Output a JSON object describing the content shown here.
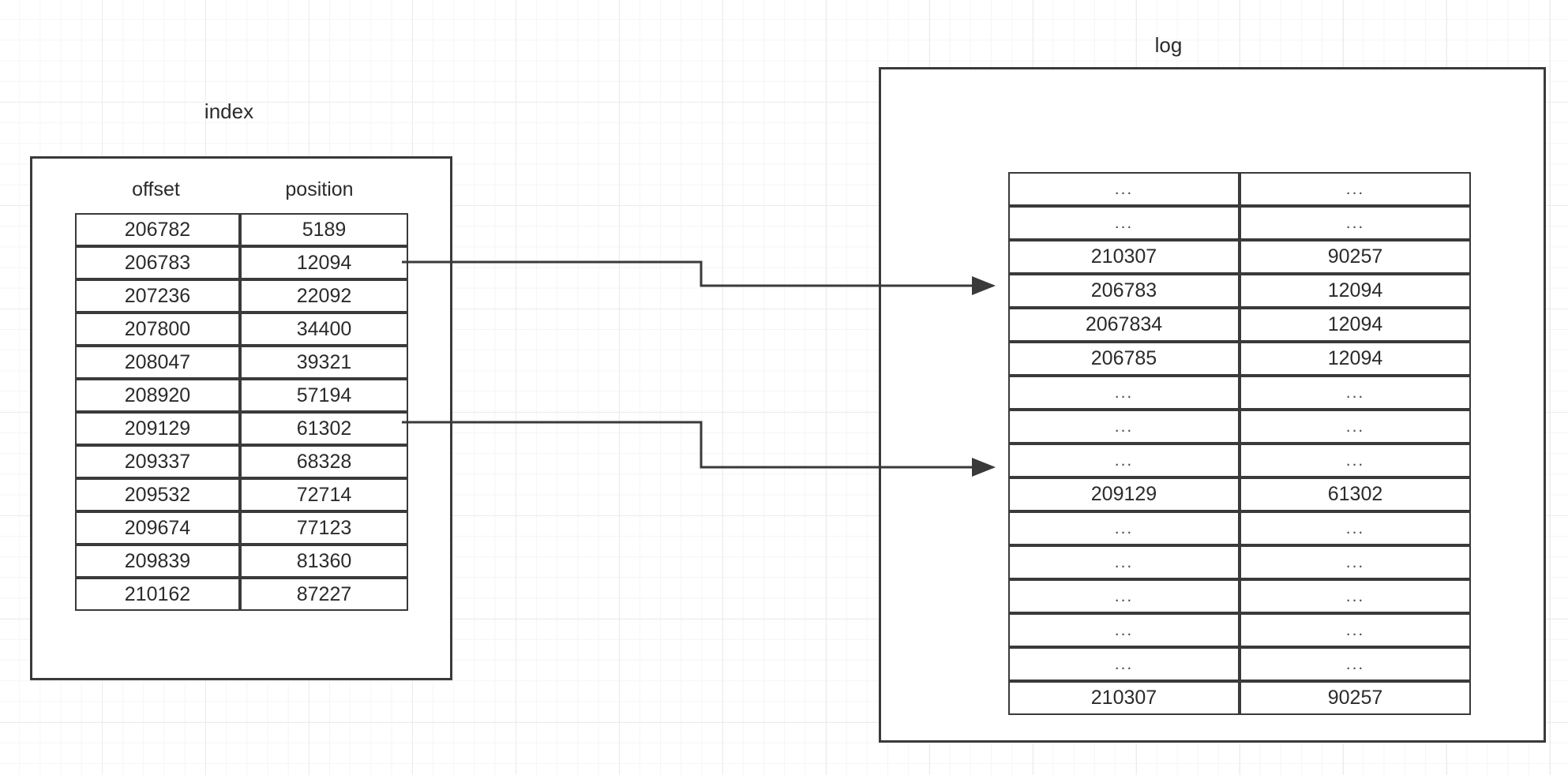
{
  "diagram": {
    "title_index": "index",
    "title_log": "log",
    "ellipsis": "..."
  },
  "index_panel": {
    "caption": "index",
    "columns": [
      "offset",
      "position"
    ],
    "rows": [
      {
        "offset": "206782",
        "position": "5189"
      },
      {
        "offset": "206783",
        "position": "12094"
      },
      {
        "offset": "207236",
        "position": "22092"
      },
      {
        "offset": "207800",
        "position": "34400"
      },
      {
        "offset": "208047",
        "position": "39321"
      },
      {
        "offset": "208920",
        "position": "57194"
      },
      {
        "offset": "209129",
        "position": "61302"
      },
      {
        "offset": "209337",
        "position": "68328"
      },
      {
        "offset": "209532",
        "position": "72714"
      },
      {
        "offset": "209674",
        "position": "77123"
      },
      {
        "offset": "209839",
        "position": "81360"
      },
      {
        "offset": "210162",
        "position": "87227"
      }
    ]
  },
  "log_panel": {
    "caption": "log",
    "rows": [
      {
        "left": "...",
        "right": "..."
      },
      {
        "left": "...",
        "right": "..."
      },
      {
        "left": "210307",
        "right": "90257"
      },
      {
        "left": "206783",
        "right": "12094"
      },
      {
        "left": "2067834",
        "right": "12094"
      },
      {
        "left": "206785",
        "right": "12094"
      },
      {
        "left": "...",
        "right": "..."
      },
      {
        "left": "...",
        "right": "..."
      },
      {
        "left": "...",
        "right": "..."
      },
      {
        "left": "209129",
        "right": "61302"
      },
      {
        "left": "...",
        "right": "..."
      },
      {
        "left": "...",
        "right": "..."
      },
      {
        "left": "...",
        "right": "..."
      },
      {
        "left": "...",
        "right": "..."
      },
      {
        "left": "...",
        "right": "..."
      },
      {
        "left": "210307",
        "right": "90257"
      }
    ]
  },
  "connectors": [
    {
      "name": "index-row-206783-to-log-row-206783",
      "from_row": 1,
      "to_row": 3
    },
    {
      "name": "index-row-209129-to-log-row-209129",
      "from_row": 6,
      "to_row": 9
    }
  ],
  "colors": {
    "stroke": "#3a3a3a",
    "text": "#2b2b2b",
    "grid_major": "#ececec",
    "grid_minor": "#f5f5f5",
    "background": "#ffffff"
  }
}
